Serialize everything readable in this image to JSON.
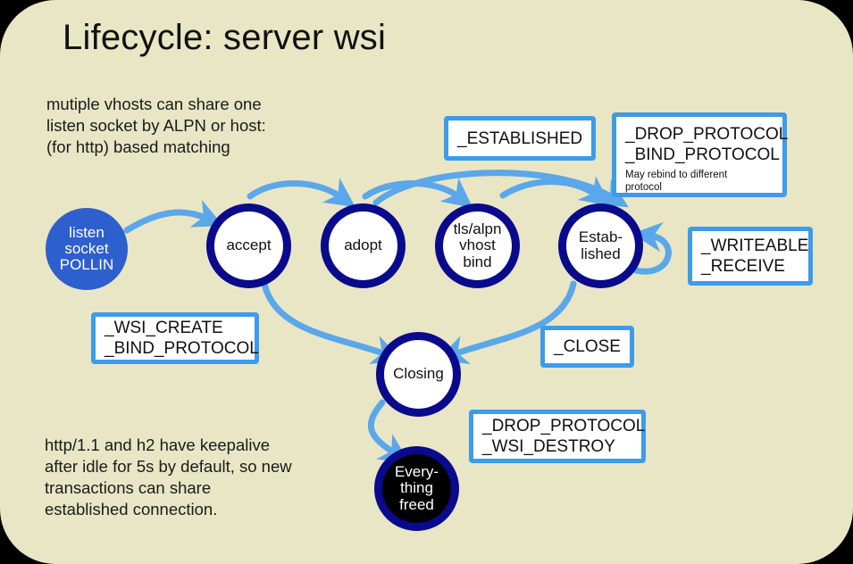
{
  "diagram": {
    "title": "Lifecycle: server wsi",
    "background_color": "#e9e6c6",
    "page_color": "#000000",
    "edge_color": "#5aa7ea",
    "node_ring_color": "#0a0a8c",
    "box_border_color": "#3d9be9",
    "notes": [
      {
        "id": "note-top",
        "text": "mutiple vhosts can share one\nlisten socket by ALPN or host:\n(for http) based matching"
      },
      {
        "id": "note-bottom",
        "text": "http/1.1 and h2 have keepalive\nafter idle for 5s by default, so new\ntransactions can share\nestablished connection."
      }
    ],
    "nodes": [
      {
        "id": "listen-socket",
        "label": "listen\nsocket\nPOLLIN",
        "style": "filled-blue"
      },
      {
        "id": "accept",
        "label": "accept",
        "style": "white-ring"
      },
      {
        "id": "adopt",
        "label": "adopt",
        "style": "white-ring"
      },
      {
        "id": "tls-alpn-vhost-bind",
        "label": "tls/alpn\nvhost\nbind",
        "style": "white-ring"
      },
      {
        "id": "established",
        "label": "Estab-\nlished",
        "style": "white-ring"
      },
      {
        "id": "closing",
        "label": "Closing",
        "style": "white-ring"
      },
      {
        "id": "everything-freed",
        "label": "Every-\nthing\nfreed",
        "style": "black-ring"
      }
    ],
    "boxes": [
      {
        "id": "established-callout",
        "main": "_ESTABLISHED",
        "sub": ""
      },
      {
        "id": "drop-bind-protocol-callout",
        "main": "_DROP_PROTOCOL\n_BIND_PROTOCOL",
        "sub": "May rebind to different\nprotocol"
      },
      {
        "id": "writeable-receive-callout",
        "main": "_WRITEABLE\n_RECEIVE",
        "sub": ""
      },
      {
        "id": "wsi-create-callout",
        "main": "_WSI_CREATE\n_BIND_PROTOCOL",
        "sub": ""
      },
      {
        "id": "close-callout",
        "main": "_CLOSE",
        "sub": ""
      },
      {
        "id": "drop-protocol-destroy-callout",
        "main": "_DROP_PROTOCOL\n_WSI_DESTROY",
        "sub": ""
      }
    ],
    "edges": [
      {
        "from": "listen-socket",
        "to": "accept"
      },
      {
        "from": "accept",
        "to": "adopt"
      },
      {
        "from": "adopt",
        "to": "tls-alpn-vhost-bind"
      },
      {
        "from": "tls-alpn-vhost-bind",
        "to": "established"
      },
      {
        "from": "adopt",
        "to": "established"
      },
      {
        "from": "established",
        "to": "established"
      },
      {
        "from": "accept",
        "to": "closing"
      },
      {
        "from": "established",
        "to": "closing"
      },
      {
        "from": "closing",
        "to": "everything-freed"
      }
    ]
  }
}
